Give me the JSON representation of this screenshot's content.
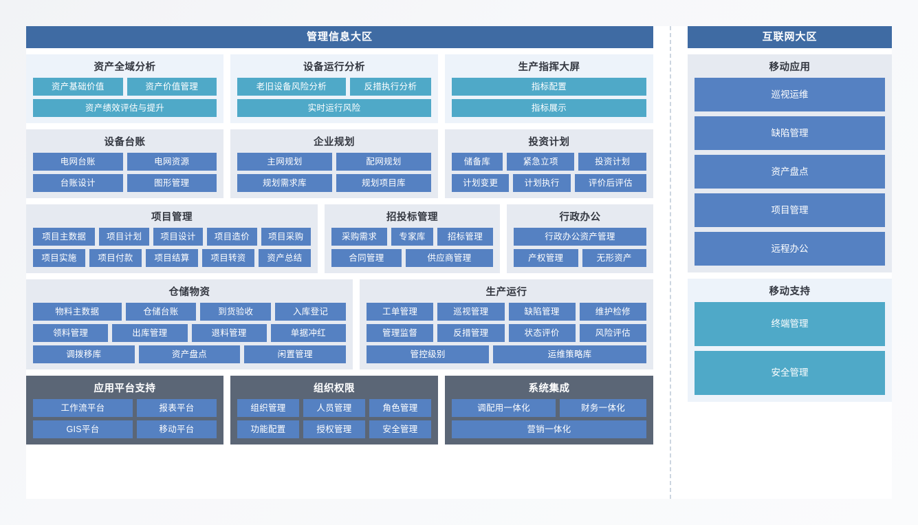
{
  "colors": {
    "header": "#3f6ba3",
    "tile_cyan": "#4fa9c8",
    "tile_blue": "#5581c2",
    "panel_light": "#edf3fa",
    "panel_grey": "#e6eaf1",
    "panel_dark": "#5b6676",
    "card_bg": "#ffffff"
  },
  "left_region": {
    "header": "管理信息大区",
    "bands": [
      {
        "groups": [
          {
            "title": "资产全域分析",
            "theme": "cyan",
            "rows": [
              [
                "资产基础价值",
                "资产价值管理"
              ],
              [
                "资产绩效评估与提升"
              ]
            ]
          },
          {
            "title": "设备运行分析",
            "theme": "cyan",
            "rows": [
              [
                "老旧设备风险分析",
                "反措执行分析"
              ],
              [
                "实时运行风险"
              ]
            ]
          },
          {
            "title": "生产指挥大屏",
            "theme": "cyan",
            "rows": [
              [
                "指标配置"
              ],
              [
                "指标展示"
              ]
            ]
          }
        ]
      },
      {
        "groups": [
          {
            "title": "设备台账",
            "theme": "blue",
            "rows": [
              [
                "电网台账",
                "电网资源"
              ],
              [
                "台账设计",
                "图形管理"
              ]
            ]
          },
          {
            "title": "企业规划",
            "theme": "blue",
            "rows": [
              [
                "主网规划",
                "配网规划"
              ],
              [
                "规划需求库",
                "规划项目库"
              ]
            ]
          },
          {
            "title": "投资计划",
            "theme": "blue",
            "rows": [
              [
                "储备库",
                "紧急立项",
                "投资计划"
              ],
              [
                "计划变更",
                "计划执行",
                "评价后评估"
              ]
            ]
          }
        ]
      },
      {
        "groups": [
          {
            "title": "项目管理",
            "theme": "blue",
            "rows": [
              [
                "项目主数据",
                "项目计划",
                "项目设计",
                "项目造价",
                "项目采购"
              ],
              [
                "项目实施",
                "项目付款",
                "项目结算",
                "项目转资",
                "资产总结"
              ]
            ]
          },
          {
            "title": "招投标管理",
            "theme": "blue",
            "rows": [
              [
                "采购需求",
                "专家库",
                "招标管理"
              ],
              [
                "合同管理",
                "供应商管理"
              ]
            ]
          },
          {
            "title": "行政办公",
            "theme": "blue",
            "rows": [
              [
                "行政办公资产管理"
              ],
              [
                "产权管理",
                "无形资产"
              ]
            ]
          }
        ]
      },
      {
        "groups": [
          {
            "title": "仓储物资",
            "theme": "blue",
            "rows": [
              [
                "物料主数据",
                "仓储台账",
                "到货验收",
                "入库登记"
              ],
              [
                "领料管理",
                "出库管理",
                "退料管理",
                "单据冲红"
              ],
              [
                "调拨移库",
                "资产盘点",
                "闲置管理"
              ]
            ]
          },
          {
            "title": "生产运行",
            "theme": "blue",
            "rows": [
              [
                "工单管理",
                "巡视管理",
                "缺陷管理",
                "维护检修"
              ],
              [
                "管理监督",
                "反措管理",
                "状态评价",
                "风险评估"
              ],
              [
                "管控级别",
                "运维策略库"
              ]
            ]
          }
        ]
      },
      {
        "groups": [
          {
            "title": "应用平台支持",
            "theme": "dark",
            "rows": [
              [
                "工作流平台",
                "报表平台"
              ],
              [
                "GIS平台",
                "移动平台"
              ]
            ]
          },
          {
            "title": "组织权限",
            "theme": "dark",
            "rows": [
              [
                "组织管理",
                "人员管理",
                "角色管理"
              ],
              [
                "功能配置",
                "授权管理",
                "安全管理"
              ]
            ]
          },
          {
            "title": "系统集成",
            "theme": "dark",
            "rows": [
              [
                "调配用一体化",
                "财务一体化"
              ],
              [
                "营销一体化"
              ]
            ]
          }
        ]
      }
    ]
  },
  "right_region": {
    "header": "互联网大区",
    "groups": [
      {
        "title": "移动应用",
        "theme": "blue",
        "tiles": [
          "巡视运维",
          "缺陷管理",
          "资产盘点",
          "项目管理",
          "远程办公"
        ]
      },
      {
        "title": "移动支持",
        "theme": "cyan",
        "tiles": [
          "终端管理",
          "安全管理"
        ]
      }
    ]
  }
}
